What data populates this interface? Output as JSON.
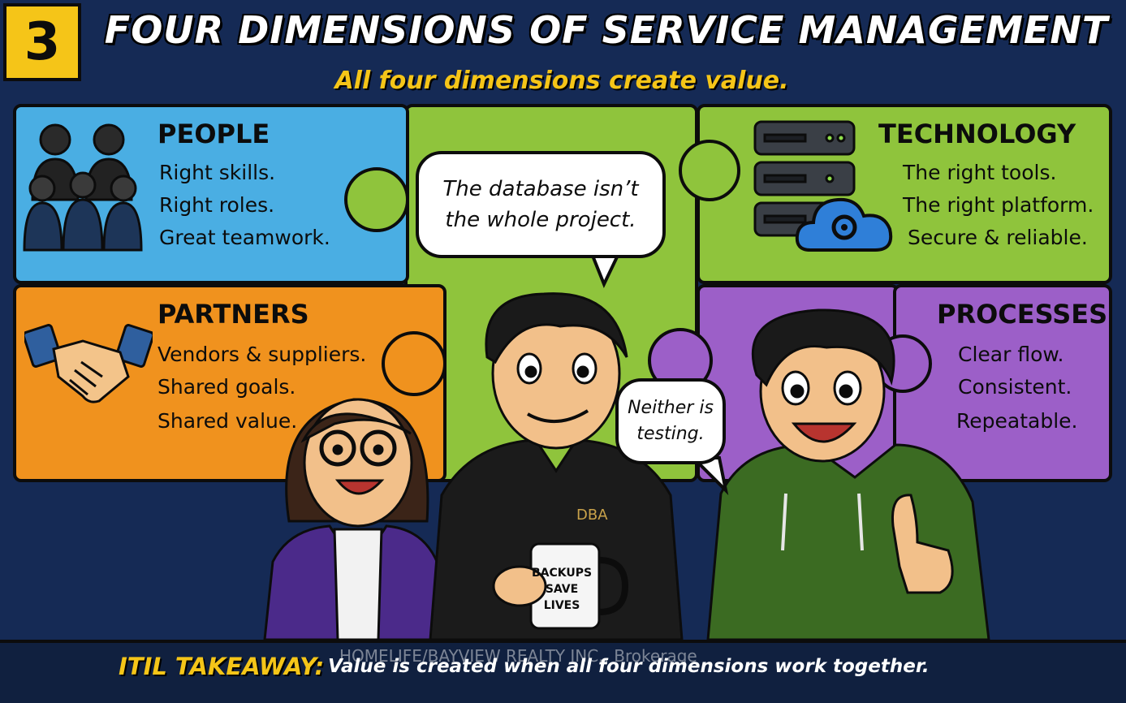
{
  "header": {
    "step_number": "3",
    "title": "FOUR DIMENSIONS OF SERVICE MANAGEMENT",
    "subtitle": "All four dimensions create value."
  },
  "dimensions": {
    "people": {
      "heading": "PEOPLE",
      "lines": [
        "Right skills.",
        "Right roles.",
        "Great teamwork."
      ]
    },
    "technology": {
      "heading": "TECHNOLOGY",
      "lines": [
        "The right tools.",
        "The right platform.",
        "Secure & reliable."
      ]
    },
    "partners": {
      "heading": "PARTNERS",
      "lines": [
        "Vendors & suppliers.",
        "Shared goals.",
        "Shared value."
      ]
    },
    "processes": {
      "heading": "PROCESSES",
      "lines": [
        "Clear flow.",
        "Consistent.",
        "Repeatable."
      ]
    }
  },
  "speech": {
    "dba": [
      "The database isn’t",
      "the whole project."
    ],
    "tester": [
      "Neither is",
      "testing."
    ]
  },
  "props": {
    "shirt_label": "DBA",
    "mug_lines": [
      "BACKUPS",
      "SAVE",
      "LIVES"
    ]
  },
  "footer": {
    "takeaway_label": "ITIL TAKEAWAY:",
    "takeaway_text": "Value is created when all four dimensions work together.",
    "watermark": "HOMELIFE/BAYVIEW REALTY INC., Brokerage"
  },
  "colors": {
    "background": "#152a55",
    "people": "#4aaee3",
    "technology": "#8fc43c",
    "partners": "#f0921e",
    "processes": "#9c5fc8",
    "accent_yellow": "#f5c518"
  },
  "icons": [
    "people-group-icon",
    "server-rack-icon",
    "cloud-gear-icon",
    "handshake-icon"
  ]
}
